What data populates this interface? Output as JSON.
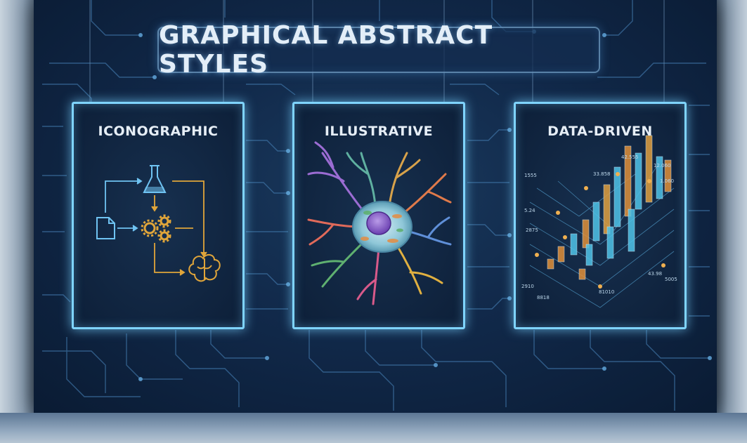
{
  "title": "GRAPHICAL ABSTRACT STYLES",
  "panels": [
    {
      "label": "ICONOGRAPHIC"
    },
    {
      "label": "ILLUSTRATIVE"
    },
    {
      "label": "DATA-DRIVEN"
    }
  ],
  "data_panel_numbers": [
    "42.555",
    "12.060",
    "33.858",
    "1.060",
    "1555",
    "5.24",
    "2875",
    "43.98",
    "2910",
    "8818",
    "81010",
    "5005"
  ],
  "colors": {
    "wall": "#11294a",
    "panel_glow": "#7fd4ff",
    "icon_blue": "#6fc3f2",
    "icon_gold": "#e0a53a",
    "title_text": "#e3eef8"
  }
}
